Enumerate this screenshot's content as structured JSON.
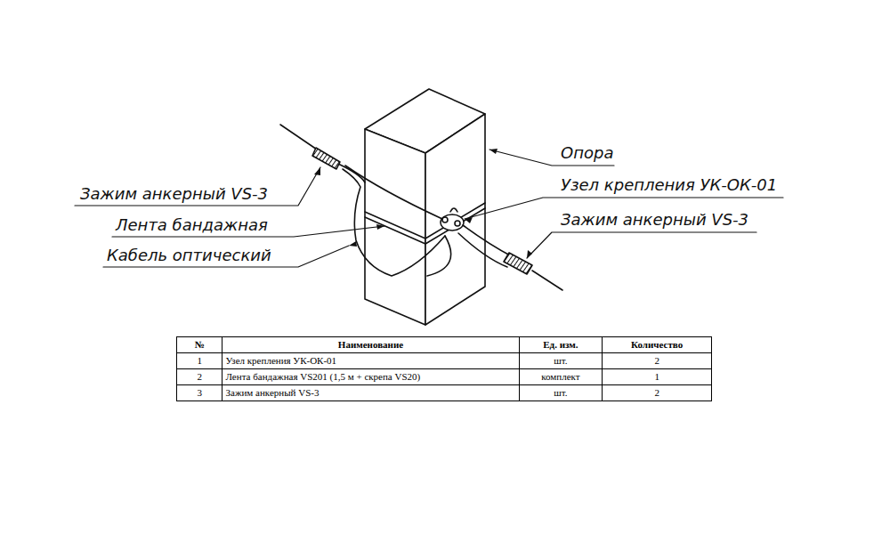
{
  "diagram": {
    "labels": [
      "Опора",
      "Узел крепления УК-ОК-01",
      "Зажим анкерный VS-3",
      "Зажим анкерный VS-3",
      "Лента бандажная",
      "Кабель оптический",
      "№",
      "Наименование",
      "Ед. изм.",
      "Количество",
      "1",
      "Узел крепления УК-ОК-01",
      "шт.",
      "2",
      "2",
      "Лента бандажная VS201 (1,5 м + скрепа VS20)",
      "комплект",
      "1",
      "3",
      "Зажим анкерный VS-3",
      "шт.",
      "2"
    ]
  }
}
